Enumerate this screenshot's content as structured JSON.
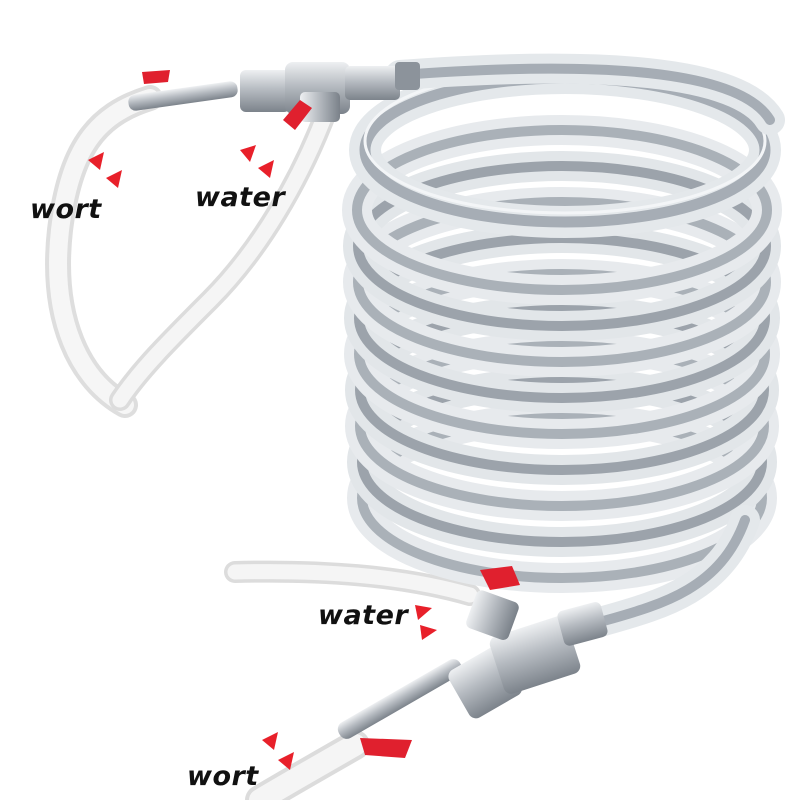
{
  "labels": {
    "wort_top": "wort",
    "water_top": "water",
    "water_bottom": "water",
    "wort_bottom": "wort"
  },
  "colors": {
    "tube": "#c9cfd6",
    "tube_highlight": "#f4f6f8",
    "tube_shadow": "#8d949c",
    "steel": "#b9bec4",
    "valve_handle": "#e0202e",
    "arrow": "#e8202a",
    "hose": "#eeeeee",
    "text": "#111111"
  },
  "icons": [
    "flow-arrow-icon",
    "valve-handle-icon"
  ]
}
